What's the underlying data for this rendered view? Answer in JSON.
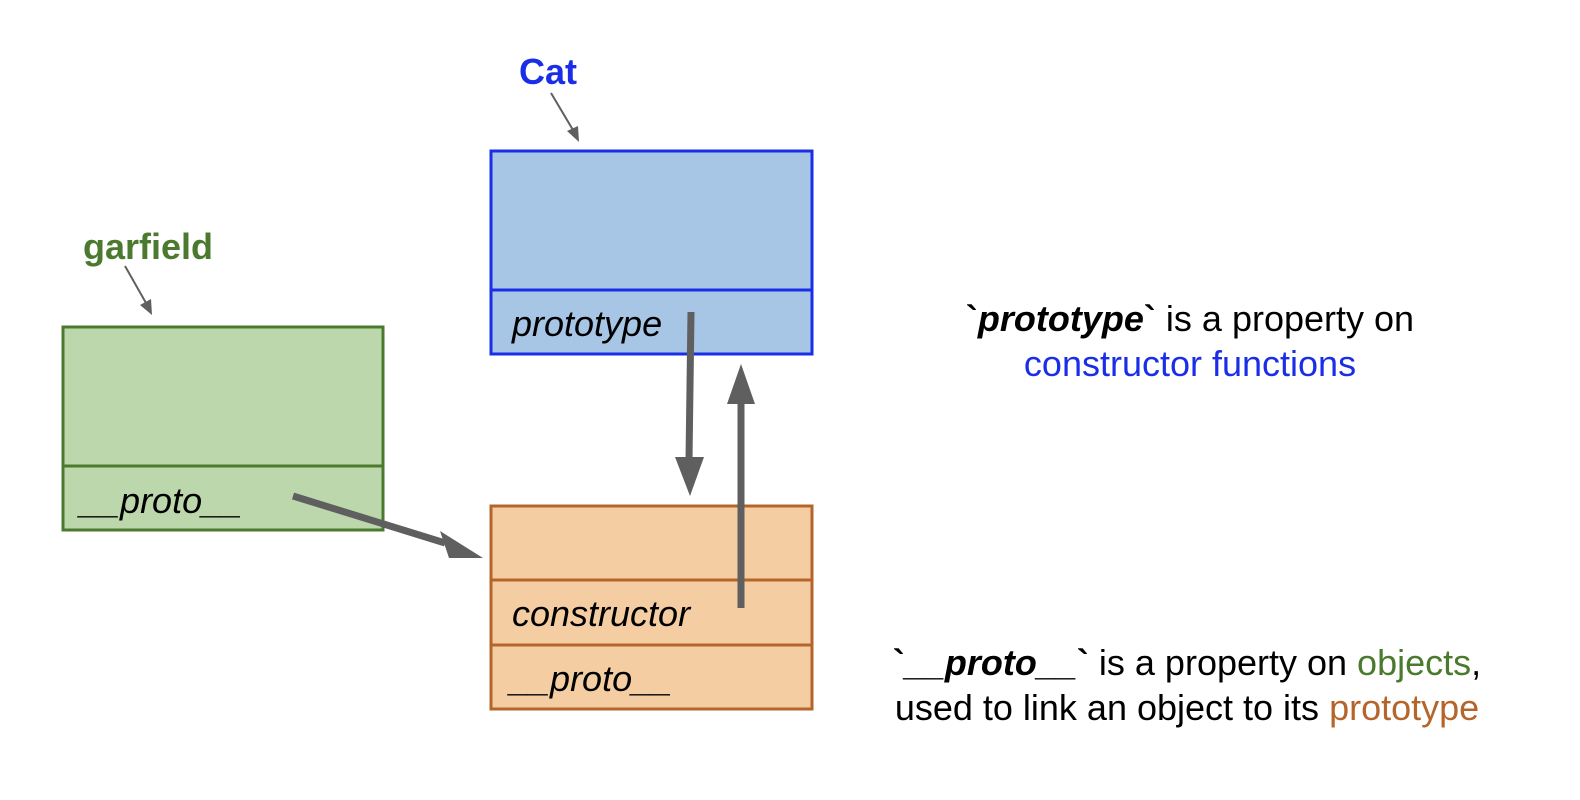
{
  "colors": {
    "cat_fill": "#a7c5e5",
    "cat_stroke": "#1a2ee8",
    "garfield_fill": "#bdd7ad",
    "garfield_stroke": "#4b7a2e",
    "proto_fill": "#f4cda3",
    "proto_stroke": "#b5652a",
    "arrow": "#5f5f5f",
    "text_blue": "#1a2ee8",
    "text_green": "#4b7a2e",
    "text_brown": "#b5652a"
  },
  "cat": {
    "title": "Cat",
    "prototype_field": "prototype"
  },
  "garfield": {
    "title": "garfield",
    "proto_field": "__proto__"
  },
  "proto_object": {
    "constructor_field": "constructor",
    "proto_field": "__proto__"
  },
  "notes": {
    "prototype": {
      "tick_open": "`",
      "keyword": "prototype",
      "tick_close": "`",
      "rest": " is a property on",
      "line2": "constructor functions"
    },
    "proto": {
      "tick_open": "`",
      "keyword": "__proto__",
      "tick_close": "`",
      "middle": " is a property on ",
      "objects": "objects",
      "comma": ",",
      "line2_start": "used to link an object to its ",
      "prototype_word": "prototype"
    }
  }
}
